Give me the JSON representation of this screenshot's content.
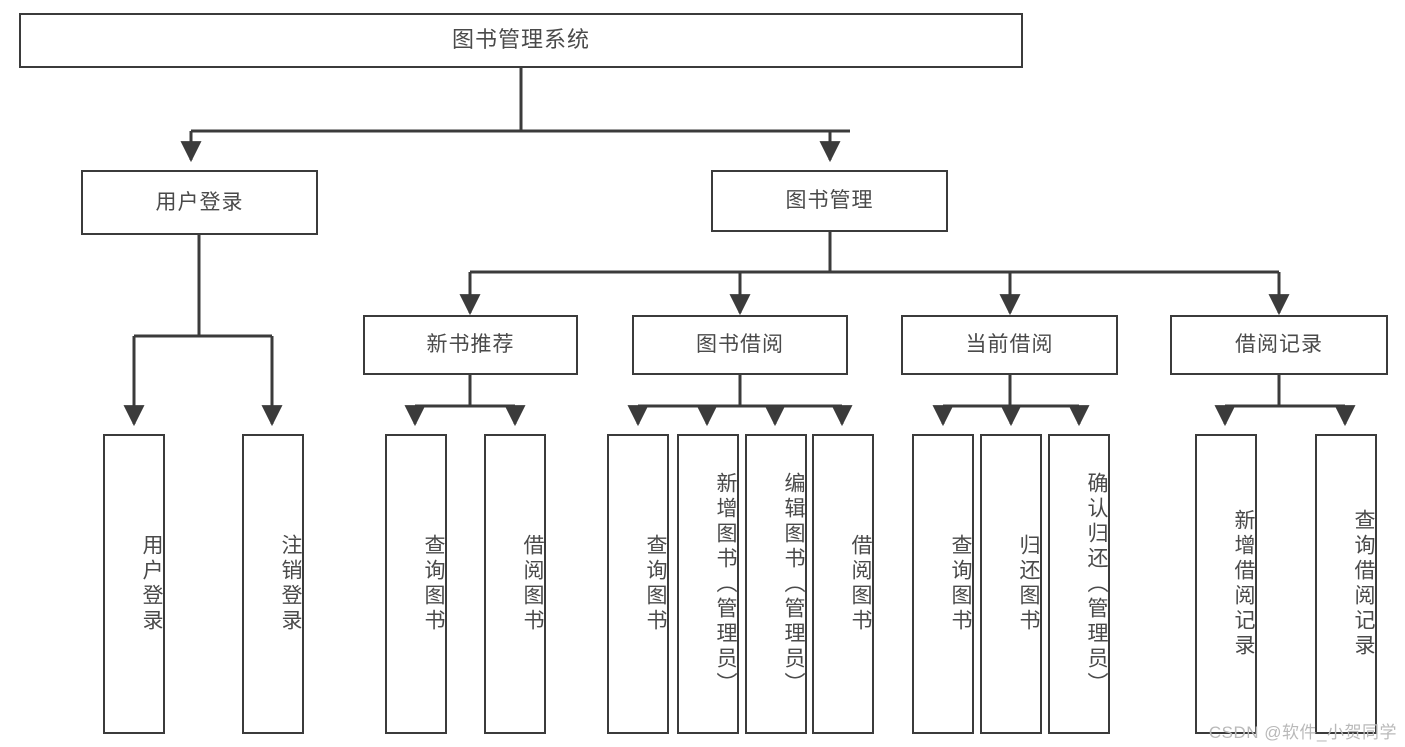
{
  "diagram": {
    "title": "图书管理系统",
    "type": "hierarchy-tree",
    "stroke_color": "#3b3b3b",
    "text_color": "#4a4a4a",
    "background_color": "#ffffff",
    "watermark": "CSDN @软件_小贺同学"
  },
  "nodes": {
    "root": {
      "label": "图书管理系统"
    },
    "level1": [
      {
        "id": "user-login",
        "label": "用户登录"
      },
      {
        "id": "book-management",
        "label": "图书管理"
      }
    ],
    "level2": [
      {
        "id": "new-book-recommend",
        "label": "新书推荐",
        "parent": "book-management"
      },
      {
        "id": "book-borrow",
        "label": "图书借阅",
        "parent": "book-management"
      },
      {
        "id": "current-borrow",
        "label": "当前借阅",
        "parent": "book-management"
      },
      {
        "id": "borrow-record",
        "label": "借阅记录",
        "parent": "book-management"
      }
    ],
    "leaves": {
      "user_login": [
        {
          "id": "leaf-user-login",
          "label": "用户登录"
        },
        {
          "id": "leaf-logout-login",
          "label": "注销登录"
        }
      ],
      "new_book_recommend": [
        {
          "id": "leaf-query-book-1",
          "label": "查询图书"
        },
        {
          "id": "leaf-borrow-book-1",
          "label": "借阅图书"
        }
      ],
      "book_borrow": [
        {
          "id": "leaf-query-book-2",
          "label": "查询图书"
        },
        {
          "id": "leaf-add-book",
          "label": "新增图书（管理员）"
        },
        {
          "id": "leaf-edit-book",
          "label": "编辑图书（管理员）"
        },
        {
          "id": "leaf-borrow-book-2",
          "label": "借阅图书"
        }
      ],
      "current_borrow": [
        {
          "id": "leaf-query-book-3",
          "label": "查询图书"
        },
        {
          "id": "leaf-return-book",
          "label": "归还图书"
        },
        {
          "id": "leaf-confirm-return",
          "label": "确认归还（管理员）"
        }
      ],
      "borrow_record": [
        {
          "id": "leaf-add-record",
          "label": "新增借阅记录"
        },
        {
          "id": "leaf-query-record",
          "label": "查询借阅记录"
        }
      ]
    }
  }
}
